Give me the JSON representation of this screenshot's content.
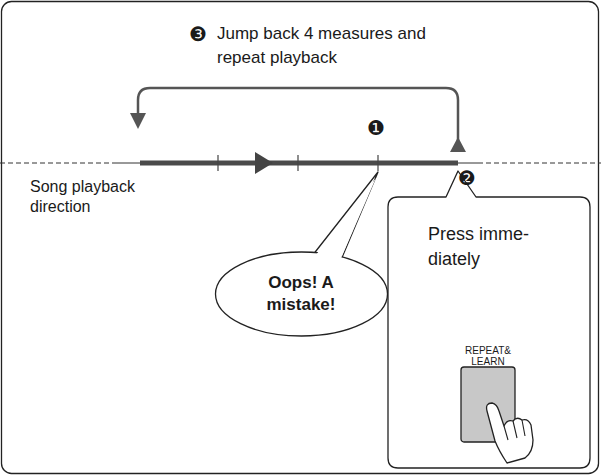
{
  "diagram": {
    "nodes": [
      {
        "text": [
          "Oops! A mistake!"
        ]
      },
      {
        "text": [
          "Press imme- diately"
        ]
      },
      {
        "text": [
          "REPEAT& LEARN"
        ],
        "in": 1
      }
    ],
    "labels": [
      "❸",
      "Jump back 4 measures and repeat playback",
      "❶",
      "❷",
      "Song playback direction"
    ]
  }
}
